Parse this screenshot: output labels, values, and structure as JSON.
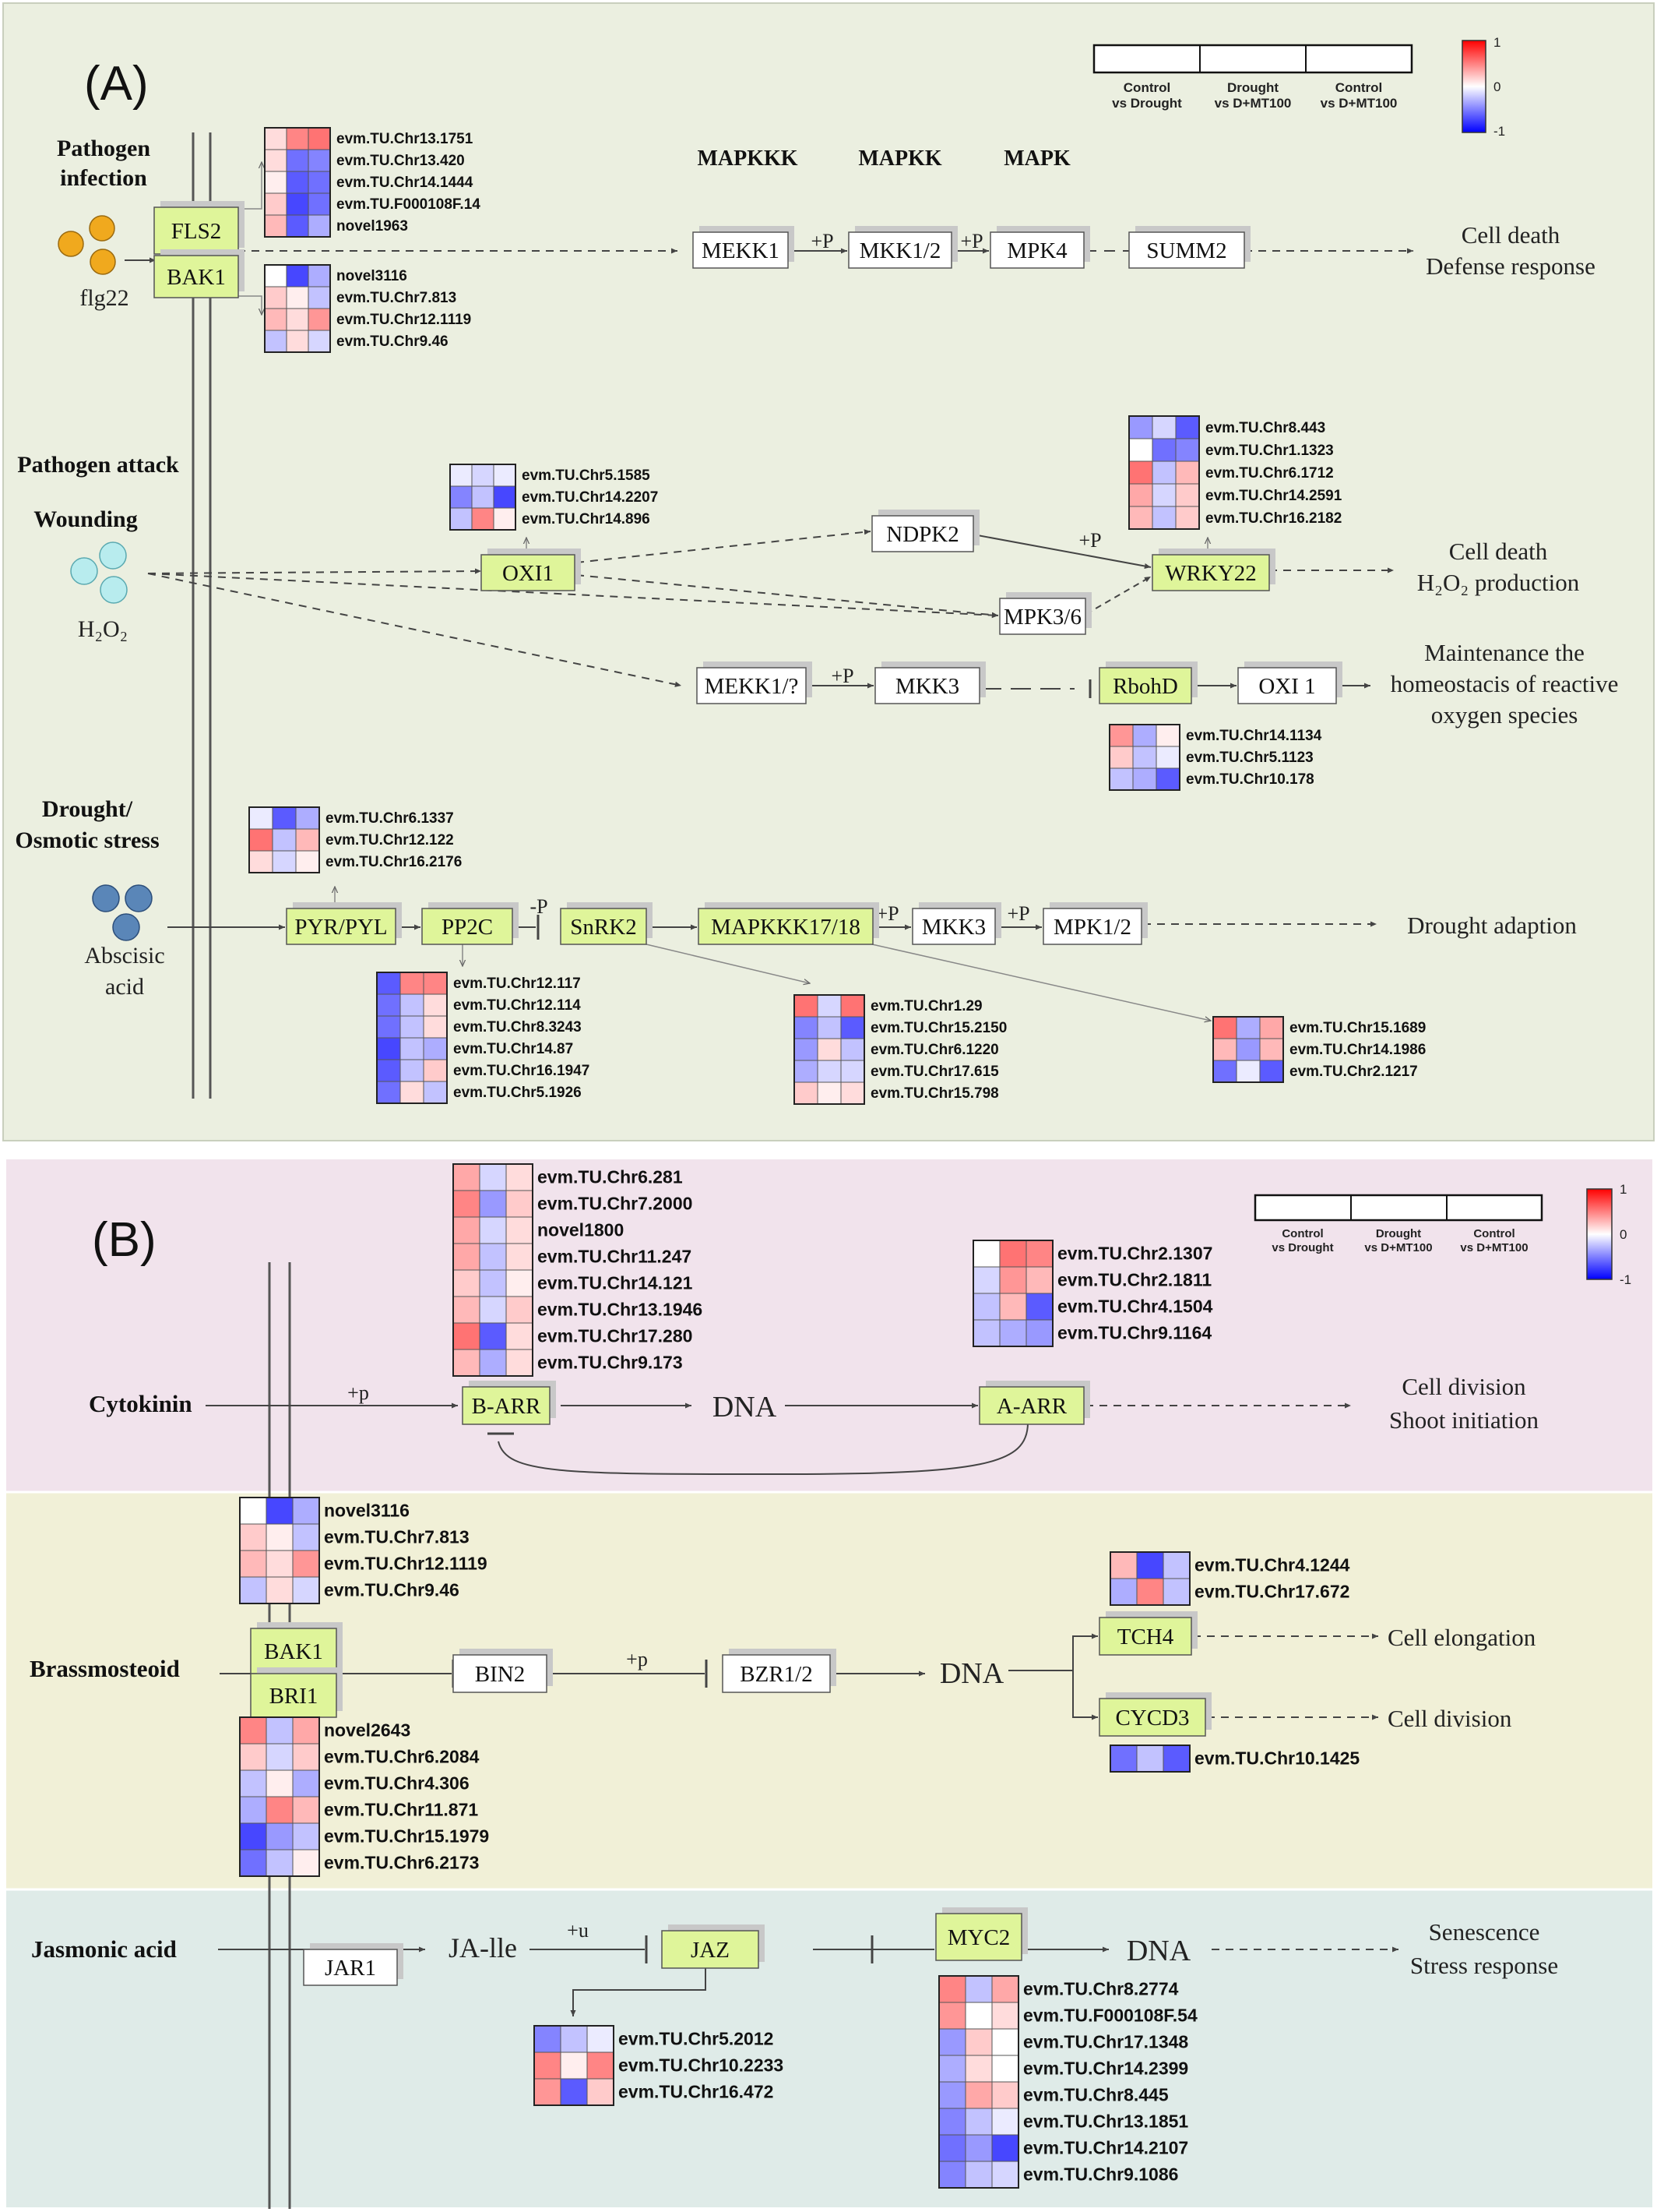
{
  "panels": [
    {
      "id": "A",
      "label": "(A)",
      "background": "#ebefe0",
      "legend": {
        "columns": [
          "Control\nvs Drought",
          "Drought\nvs D+MT100",
          "Control\nvs D+MT100"
        ],
        "scale_max": "1",
        "scale_mid": "0",
        "scale_min": "-1"
      },
      "categories": [
        {
          "text": "Pathogen\ninfection"
        },
        {
          "text": "Pathogen attack"
        },
        {
          "text": "Wounding"
        },
        {
          "text": "Drought/\nOsmotic stress"
        }
      ],
      "stimuli": [
        {
          "text": "flg22",
          "color": "#f0a91e"
        },
        {
          "text": "H₂O₂",
          "color": "#b8ecee"
        },
        {
          "text": "Abscisic\nacid",
          "color": "#5a86b8"
        }
      ],
      "headers": [
        "MAPKKK",
        "MAPKK",
        "MAPK"
      ],
      "nodes": [
        {
          "id": "fls2",
          "text": "FLS2",
          "green": true
        },
        {
          "id": "bak1a",
          "text": "BAK1",
          "green": true
        },
        {
          "id": "mekk1",
          "text": "MEKK1",
          "green": false
        },
        {
          "id": "mkk12",
          "text": "MKK1/2",
          "green": false
        },
        {
          "id": "mpk4",
          "text": "MPK4",
          "green": false
        },
        {
          "id": "summ2",
          "text": "SUMM2",
          "green": false
        },
        {
          "id": "oxi1",
          "text": "OXI1",
          "green": true
        },
        {
          "id": "ndpk2",
          "text": "NDPK2",
          "green": false
        },
        {
          "id": "mpk36",
          "text": "MPK3/6",
          "green": false
        },
        {
          "id": "wrky22",
          "text": "WRKY22",
          "green": true
        },
        {
          "id": "mekk1q",
          "text": "MEKK1/?",
          "green": false
        },
        {
          "id": "mkk3a",
          "text": "MKK3",
          "green": false
        },
        {
          "id": "rbohd",
          "text": "RbohD",
          "green": true
        },
        {
          "id": "oxi1b",
          "text": "OXI 1",
          "green": false
        },
        {
          "id": "pyr",
          "text": "PYR/PYL",
          "green": true
        },
        {
          "id": "pp2c",
          "text": "PP2C",
          "green": true
        },
        {
          "id": "snrk2",
          "text": "SnRK2",
          "green": true
        },
        {
          "id": "mapkkk1718",
          "text": "MAPKKK17/18",
          "green": true
        },
        {
          "id": "mkk3b",
          "text": "MKK3",
          "green": false
        },
        {
          "id": "mpk12",
          "text": "MPK1/2",
          "green": false
        }
      ],
      "edge_labels": [
        "+P",
        "+P",
        "+P",
        "+P",
        "-P",
        "+P",
        "+P"
      ],
      "outcomes": [
        {
          "text": "Cell death\nDefense response"
        },
        {
          "text": "Cell death\nH₂O₂ production"
        },
        {
          "text": "Maintenance the\nhomeostacis of reactive\noxygen species"
        },
        {
          "text": "Drought adaption"
        }
      ],
      "heatmaps": [
        {
          "genes": [
            "evm.TU.Chr13.1751",
            "evm.TU.Chr13.420",
            "evm.TU.Chr14.1444",
            "evm.TU.F000108F.14",
            "novel1963"
          ],
          "values": [
            [
              0.2,
              0.7,
              0.8
            ],
            [
              0.2,
              -0.7,
              -0.6
            ],
            [
              0.1,
              -0.8,
              -0.7
            ],
            [
              0.3,
              -0.9,
              -0.7
            ],
            [
              0.4,
              -0.8,
              -0.4
            ]
          ]
        },
        {
          "genes": [
            "novel3116",
            "evm.TU.Chr7.813",
            "evm.TU.Chr12.1119",
            "evm.TU.Chr9.46"
          ],
          "values": [
            [
              0,
              -0.9,
              -0.4
            ],
            [
              0.3,
              0.1,
              -0.3
            ],
            [
              0.4,
              0.2,
              0.6
            ],
            [
              -0.3,
              0.2,
              -0.2
            ]
          ]
        },
        {
          "genes": [
            "evm.TU.Chr5.1585",
            "evm.TU.Chr14.2207",
            "evm.TU.Chr14.896"
          ],
          "values": [
            [
              -0.1,
              -0.2,
              -0.1
            ],
            [
              -0.6,
              -0.3,
              -0.9
            ],
            [
              -0.3,
              0.7,
              0.1
            ]
          ]
        },
        {
          "genes": [
            "evm.TU.Chr8.443",
            "evm.TU.Chr1.1323",
            "evm.TU.Chr6.1712",
            "evm.TU.Chr14.2591",
            "evm.TU.Chr16.2182"
          ],
          "values": [
            [
              -0.5,
              -0.2,
              -0.8
            ],
            [
              0,
              -0.7,
              -0.6
            ],
            [
              0.8,
              -0.3,
              0.4
            ],
            [
              0.5,
              -0.2,
              0.3
            ],
            [
              0.4,
              -0.3,
              0.3
            ]
          ]
        },
        {
          "genes": [
            "evm.TU.Chr14.1134",
            "evm.TU.Chr5.1123",
            "evm.TU.Chr10.178"
          ],
          "values": [
            [
              0.6,
              -0.4,
              0.1
            ],
            [
              0.3,
              -0.3,
              -0.1
            ],
            [
              -0.3,
              -0.4,
              -0.8
            ]
          ]
        },
        {
          "genes": [
            "evm.TU.Chr6.1337",
            "evm.TU.Chr12.122",
            "evm.TU.Chr16.2176"
          ],
          "values": [
            [
              -0.1,
              -0.8,
              -0.4
            ],
            [
              0.8,
              -0.3,
              0.4
            ],
            [
              0.2,
              -0.2,
              0.1
            ]
          ]
        },
        {
          "genes": [
            "evm.TU.Chr12.117",
            "evm.TU.Chr12.114",
            "evm.TU.Chr8.3243",
            "evm.TU.Chr14.87",
            "evm.TU.Chr16.1947",
            "evm.TU.Chr5.1926"
          ],
          "values": [
            [
              -0.8,
              0.7,
              0.7
            ],
            [
              -0.7,
              -0.3,
              0.2
            ],
            [
              -0.7,
              -0.3,
              0.2
            ],
            [
              -0.9,
              -0.3,
              -0.4
            ],
            [
              -0.8,
              -0.3,
              0.3
            ],
            [
              -0.7,
              0.2,
              -0.3
            ]
          ]
        },
        {
          "genes": [
            "evm.TU.Chr1.29",
            "evm.TU.Chr15.2150",
            "evm.TU.Chr6.1220",
            "evm.TU.Chr17.615",
            "evm.TU.Chr15.798"
          ],
          "values": [
            [
              0.8,
              -0.2,
              0.8
            ],
            [
              -0.6,
              -0.3,
              -0.8
            ],
            [
              -0.5,
              0.2,
              -0.3
            ],
            [
              -0.4,
              -0.2,
              -0.2
            ],
            [
              0.3,
              0.1,
              0.2
            ]
          ]
        },
        {
          "genes": [
            "evm.TU.Chr15.1689",
            "evm.TU.Chr14.1986",
            "evm.TU.Chr2.1217"
          ],
          "values": [
            [
              0.8,
              -0.4,
              0.5
            ],
            [
              0.4,
              -0.5,
              0.4
            ],
            [
              -0.7,
              -0.1,
              -0.8
            ]
          ]
        }
      ]
    },
    {
      "id": "B",
      "label": "(B)",
      "legend": {
        "columns": [
          "Control\nvs Drought",
          "Drought\nvs D+MT100",
          "Control\nvs D+MT100"
        ],
        "scale_max": "1",
        "scale_mid": "0",
        "scale_min": "-1"
      },
      "bands": [
        {
          "text": "Cytokinin",
          "background": "#f1e3ec"
        },
        {
          "text": "Brassmosteoid",
          "background": "#f1f0d7"
        },
        {
          "text": "Jasmonic acid",
          "background": "#dfebe8"
        }
      ],
      "nodes": [
        {
          "id": "barr",
          "text": "B-ARR",
          "green": true
        },
        {
          "id": "aarr",
          "text": "A-ARR",
          "green": true
        },
        {
          "id": "bak1b",
          "text": "BAK1",
          "green": true
        },
        {
          "id": "bri1",
          "text": "BRI1",
          "green": true
        },
        {
          "id": "bin2",
          "text": "BIN2",
          "green": false
        },
        {
          "id": "bzr12",
          "text": "BZR1/2",
          "green": false
        },
        {
          "id": "tch4",
          "text": "TCH4",
          "green": true
        },
        {
          "id": "cycd3",
          "text": "CYCD3",
          "green": true
        },
        {
          "id": "jar1",
          "text": "JAR1",
          "green": false
        },
        {
          "id": "jaz",
          "text": "JAZ",
          "green": true
        },
        {
          "id": "myc2",
          "text": "MYC2",
          "green": true
        }
      ],
      "words": {
        "dna": "DNA",
        "jaile": "JA-lle"
      },
      "edge_labels": [
        "+p",
        "+p",
        "+u"
      ],
      "outcomes": [
        {
          "text": "Cell division\nShoot initiation"
        },
        {
          "text": "Cell elongation"
        },
        {
          "text": "Cell division"
        },
        {
          "text": "Senescence\nStress response"
        }
      ],
      "heatmaps": [
        {
          "genes": [
            "evm.TU.Chr6.281",
            "evm.TU.Chr7.2000",
            "novel1800",
            "evm.TU.Chr11.247",
            "evm.TU.Chr14.121",
            "evm.TU.Chr13.1946",
            "evm.TU.Chr17.280",
            "evm.TU.Chr9.173"
          ],
          "values": [
            [
              0.5,
              -0.2,
              0.2
            ],
            [
              0.7,
              -0.5,
              0.3
            ],
            [
              0.5,
              -0.2,
              0.2
            ],
            [
              0.5,
              -0.3,
              0.2
            ],
            [
              0.3,
              -0.3,
              0.1
            ],
            [
              0.4,
              -0.2,
              0.3
            ],
            [
              0.8,
              -0.8,
              0.2
            ],
            [
              0.4,
              -0.4,
              0.2
            ]
          ]
        },
        {
          "genes": [
            "evm.TU.Chr2.1307",
            "evm.TU.Chr2.1811",
            "evm.TU.Chr4.1504",
            "evm.TU.Chr9.1164"
          ],
          "values": [
            [
              0,
              0.8,
              0.7
            ],
            [
              -0.2,
              0.6,
              0.4
            ],
            [
              -0.3,
              0.4,
              -0.8
            ],
            [
              -0.3,
              -0.4,
              -0.5
            ]
          ]
        },
        {
          "genes": [
            "novel3116",
            "evm.TU.Chr7.813",
            "evm.TU.Chr12.1119",
            "evm.TU.Chr9.46"
          ],
          "values": [
            [
              0,
              -0.9,
              -0.4
            ],
            [
              0.3,
              0.1,
              -0.3
            ],
            [
              0.4,
              0.2,
              0.6
            ],
            [
              -0.3,
              0.2,
              -0.2
            ]
          ]
        },
        {
          "genes": [
            "novel2643",
            "evm.TU.Chr6.2084",
            "evm.TU.Chr4.306",
            "evm.TU.Chr11.871",
            "evm.TU.Chr15.1979",
            "evm.TU.Chr6.2173"
          ],
          "values": [
            [
              0.7,
              -0.3,
              0.5
            ],
            [
              0.3,
              -0.2,
              0.3
            ],
            [
              -0.3,
              0.1,
              -0.4
            ],
            [
              -0.4,
              0.7,
              0.4
            ],
            [
              -0.9,
              -0.5,
              -0.3
            ],
            [
              -0.7,
              -0.3,
              0.1
            ]
          ]
        },
        {
          "genes": [
            "evm.TU.Chr4.1244",
            "evm.TU.Chr17.672"
          ],
          "values": [
            [
              0.4,
              -0.9,
              -0.3
            ],
            [
              -0.4,
              0.7,
              -0.3
            ]
          ]
        },
        {
          "genes": [
            "evm.TU.Chr10.1425"
          ],
          "values": [
            [
              -0.7,
              -0.3,
              -0.8
            ]
          ]
        },
        {
          "genes": [
            "evm.TU.Chr5.2012",
            "evm.TU.Chr10.2233",
            "evm.TU.Chr16.472"
          ],
          "values": [
            [
              -0.6,
              -0.3,
              -0.1
            ],
            [
              0.7,
              0.1,
              0.7
            ],
            [
              0.6,
              -0.8,
              0.3
            ]
          ]
        },
        {
          "genes": [
            "evm.TU.Chr8.2774",
            "evm.TU.F000108F.54",
            "evm.TU.Chr17.1348",
            "evm.TU.Chr14.2399",
            "evm.TU.Chr8.445",
            "evm.TU.Chr13.1851",
            "evm.TU.Chr14.2107",
            "evm.TU.Chr9.1086"
          ],
          "values": [
            [
              0.7,
              -0.3,
              0.5
            ],
            [
              0.6,
              0,
              0.2
            ],
            [
              -0.5,
              0.3,
              0
            ],
            [
              -0.4,
              0.2,
              0
            ],
            [
              -0.5,
              0.5,
              0.3
            ],
            [
              -0.6,
              -0.3,
              -0.1
            ],
            [
              -0.7,
              -0.5,
              -0.9
            ],
            [
              -0.6,
              -0.3,
              -0.2
            ]
          ]
        }
      ]
    }
  ]
}
